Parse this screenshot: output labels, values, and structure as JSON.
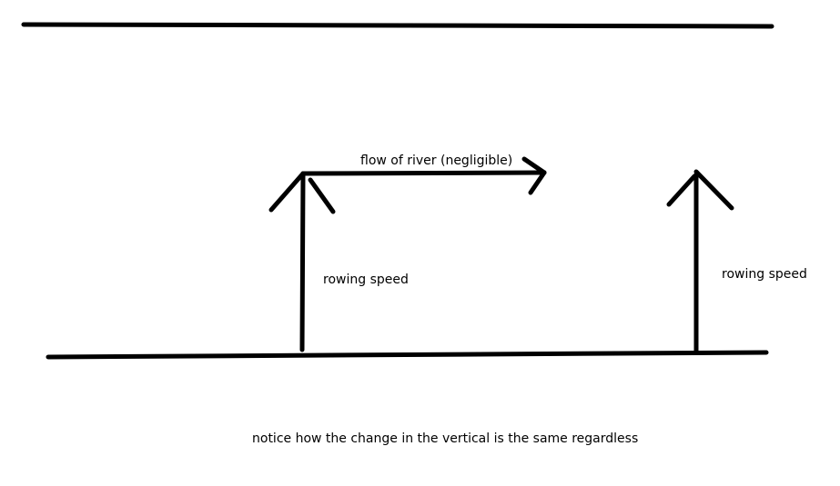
{
  "labels": {
    "flow": "flow of river (negligible)",
    "rowing_left": "rowing speed",
    "rowing_right": "rowing speed",
    "note": "notice how the change in the vertical is the same regardless"
  },
  "colors": {
    "ink": "#000000",
    "background": "#ffffff"
  }
}
